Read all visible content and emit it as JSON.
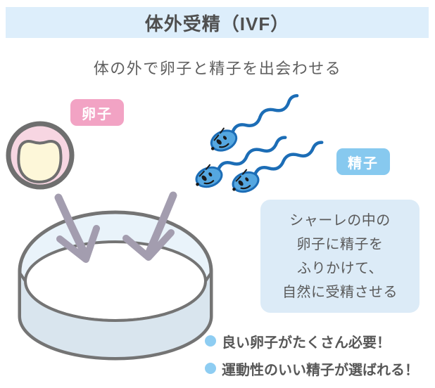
{
  "title": "体外受精（IVF）",
  "subtitle": "体の外で卵子と精子を出会わせる",
  "labels": {
    "egg": "卵子",
    "sperm": "精子"
  },
  "info_box": {
    "lines": [
      "シャーレの中の",
      "卵子に精子を",
      "ふりかけて、",
      "自然に受精させる"
    ]
  },
  "bullets": [
    {
      "text": "良い卵子がたくさん必要！"
    },
    {
      "text": "運動性のいい精子が選ばれる！"
    }
  ],
  "illustration": {
    "egg_icon": "egg-cell",
    "sperm_icon": "sperm",
    "sperm_count": 3,
    "dish_icon": "petri-dish",
    "arrow_icon": "down-arrow",
    "arrow_count": 2
  },
  "colors": {
    "header_bg": "#ddeefb",
    "egg_badge": "#f2a3c4",
    "sperm_badge": "#87c9ef",
    "info_box_bg": "#dcebf7",
    "bullet_dot": "#8ecdf2",
    "egg_fill": "#f7d6e2",
    "egg_inner": "#fdf7d9",
    "sperm_fill": "#55a7e0",
    "sperm_outline": "#1c6db6",
    "arrow": "#a39daf",
    "dish_top": "#e9f3fa",
    "dish_wall": "#d9e5ee",
    "outline_gray": "#747474",
    "text": "#555555"
  }
}
